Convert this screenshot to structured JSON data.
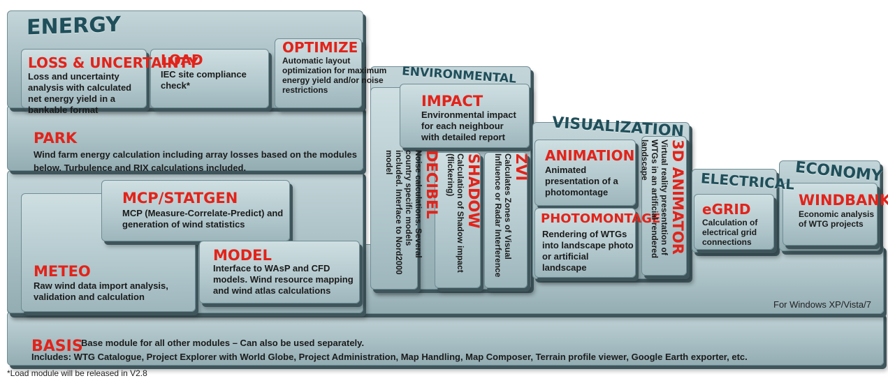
{
  "groups": {
    "energy": "ENERGY",
    "environmental": "ENVIRONMENTAL",
    "visualization": "VISUALIZATION",
    "electrical": "ELECTRICAL",
    "economy": "ECONOMY"
  },
  "modules": {
    "loss": {
      "title": "LOSS & UNCERTAINTY",
      "desc": "Loss and uncertainty analysis with calculated net energy yield in a bankable format"
    },
    "load": {
      "title": "LOAD",
      "desc": "IEC site compliance check*"
    },
    "optimize": {
      "title": "OPTIMIZE",
      "desc": "Automatic layout optimization for maximum energy yield and/or noise restrictions"
    },
    "park": {
      "title": "PARK",
      "desc": "Wind farm energy calculation including array losses based on the modules below. Turbulence and RIX calculations included."
    },
    "mcp": {
      "title": "MCP/STATGEN",
      "desc": "MCP (Measure-Correlate-Predict) and generation of wind statistics"
    },
    "model": {
      "title": "MODEL",
      "desc": "Interface to WAsP and CFD models. Wind resource mapping and wind atlas calculations"
    },
    "meteo": {
      "title": "METEO",
      "desc": "Raw wind data import analysis, validation and calculation"
    },
    "decibel": {
      "title": "DECIBEL",
      "desc": "Noise calculations. Several country specific models included. Interface to Nord2000 model"
    },
    "impact": {
      "title": "IMPACT",
      "desc": "Environmental impact for each neighbour with detailed report"
    },
    "shadow": {
      "title": "SHADOW",
      "desc": "Calculation of Shadow impact (flickering)"
    },
    "zvi": {
      "title": "ZVI",
      "desc": "Calculates Zones of Visual Influence or Radar Interference"
    },
    "animation": {
      "title": "ANIMATION",
      "desc": "Animated presentation of a photomontage"
    },
    "photomontage": {
      "title": "PHOTOMONTAGE",
      "desc": "Rendering of WTGs into landscape photo or artificial landscape"
    },
    "animator3d": {
      "title": "3D ANIMATOR",
      "desc": "Virtual reality presentation of WTGs in an artificial rendered landscape"
    },
    "egrid": {
      "title": "eGRID",
      "desc": "Calculation of electrical grid connections"
    },
    "windbank": {
      "title": "WINDBANK",
      "desc": "Economic analysis of WTG projects"
    },
    "basis": {
      "title": "BASIS",
      "desc1": "Base module for all other modules – Can also be used separately.",
      "desc2": "Includes: WTG Catalogue, Project Explorer with World Globe, Project Administration, Map Handling, Map Composer, Terrain profile viewer, Google Earth exporter, etc."
    }
  },
  "footer": {
    "platforms": "For Windows XP/Vista/7",
    "note": "*Load module will be released in V2.8"
  }
}
